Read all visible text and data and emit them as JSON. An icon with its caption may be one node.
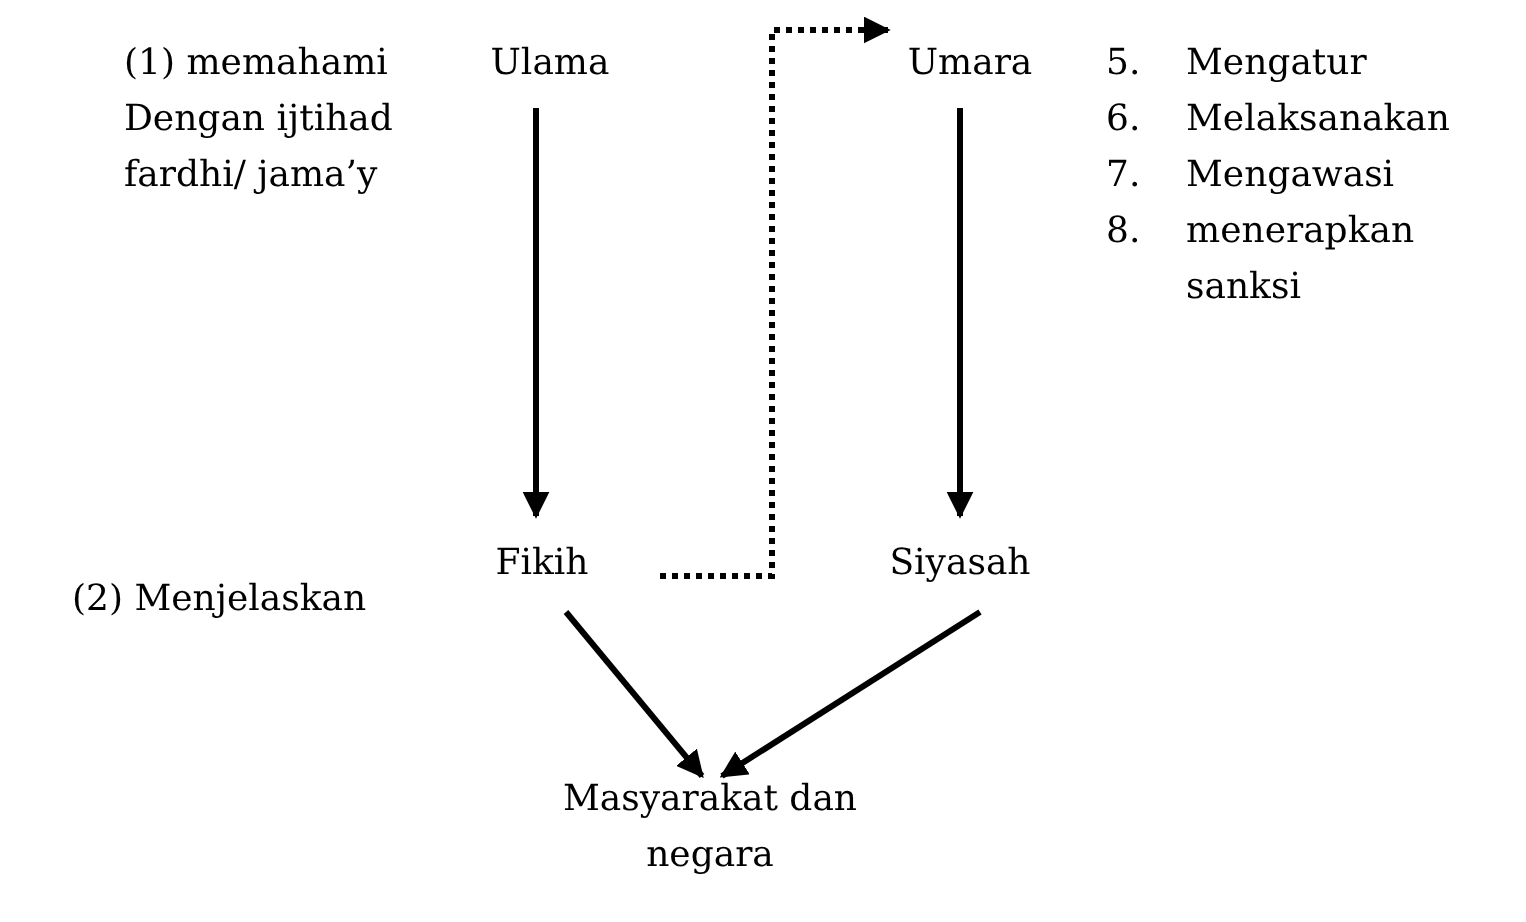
{
  "diagram": {
    "nodes": [
      {
        "text": [
          "Ulama"
        ]
      },
      {
        "text": [
          "Umara"
        ]
      },
      {
        "text": [
          "Fikih"
        ]
      },
      {
        "text": [
          "Siyasah"
        ]
      },
      {
        "text": [
          "Masyarakat dan negara"
        ]
      }
    ],
    "edges": [
      {
        "from": 0,
        "to": 2,
        "arrow": "to"
      },
      {
        "from": 1,
        "to": 3,
        "arrow": "to"
      },
      {
        "from": 2,
        "to": 1,
        "arrow": "to",
        "style": "dashed"
      },
      {
        "from": 2,
        "to": 4,
        "arrow": "to"
      },
      {
        "from": 3,
        "to": 4,
        "arrow": "to"
      }
    ],
    "labels": [
      "(1) memahami Dengan ijtihad fardhi/ jama’y",
      "5. Mengatur",
      "6. Melaksanakan",
      "7. Mengawasi",
      "8. menerapkan sanksi",
      "(2) Menjelaskan"
    ]
  }
}
